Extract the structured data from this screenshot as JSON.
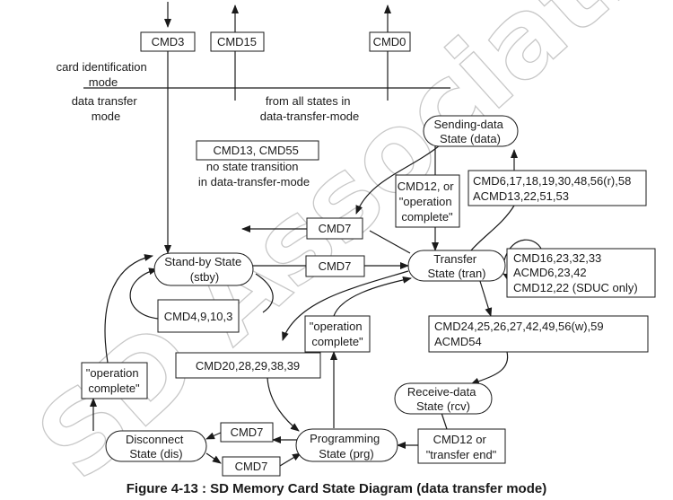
{
  "caption": "Figure 4-13 : SD Memory Card State Diagram (data transfer mode)",
  "watermark": "SD Associati",
  "divider": {
    "upper_label": [
      "card identification",
      "mode"
    ],
    "lower_label": [
      "data transfer",
      "mode"
    ],
    "from_all": [
      "from all states in",
      "data-transfer-mode"
    ]
  },
  "states": {
    "standby": [
      "Stand-by State",
      "(stby)"
    ],
    "transfer": [
      "Transfer",
      "State (tran)"
    ],
    "sending": [
      "Sending-data",
      "State (data)"
    ],
    "receive": [
      "Receive-data",
      "State (rcv)"
    ],
    "programming": [
      "Programming",
      "State (prg)"
    ],
    "disconnect": [
      "Disconnect",
      "State (dis)"
    ]
  },
  "commands": {
    "cmd3": "CMD3",
    "cmd15": "CMD15",
    "cmd0": "CMD0",
    "no_transition": [
      "CMD13, CMD55",
      "no state transition",
      "in data-transfer-mode"
    ],
    "cmd7_tran_stby": "CMD7",
    "cmd7_stby_tran": "CMD7",
    "cmd4_9_10_3": "CMD4,9,10,3",
    "cmd12_op_complete": [
      "CMD12, or",
      "\"operation",
      "complete\""
    ],
    "send_cmds": [
      "CMD6,17,18,19,30,48,56(r),58",
      "ACMD13,22,51,53"
    ],
    "tran_self": [
      "CMD16,23,32,33",
      "ACMD6,23,42",
      "CMD12,22 (SDUC only)"
    ],
    "write_cmds": [
      "CMD24,25,26,27,42,49,56(w),59",
      "ACMD54"
    ],
    "op_complete_prg": [
      "\"operation",
      "complete\""
    ],
    "prog_cmds": "CMD20,28,29,38,39",
    "op_complete_dis": [
      "\"operation",
      "complete\""
    ],
    "cmd7_prg_dis": "CMD7",
    "cmd7_dis_prg": "CMD7",
    "cmd12_transfer_end": [
      "CMD12 or",
      "\"transfer end\""
    ]
  }
}
